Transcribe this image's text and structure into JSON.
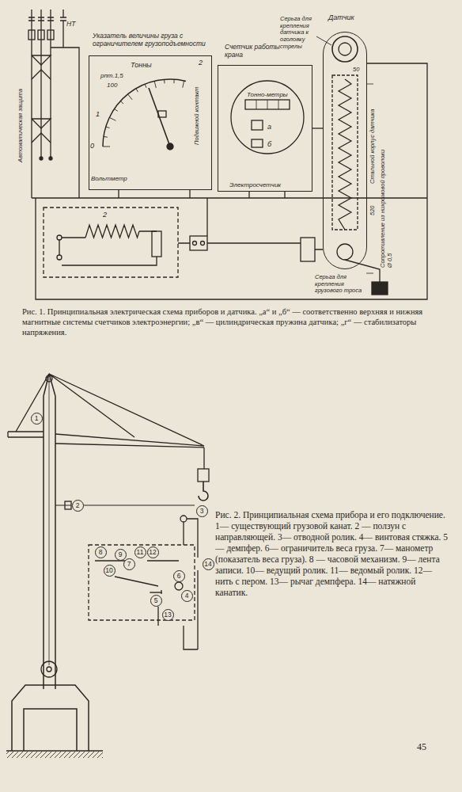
{
  "diagram": {
    "caption": "Рис. 1. Принципиальная электрическая схема приборов и датчика. „а“ и „б“ — соответственно верхняя и нижняя магнитные системы счетчиков электроэнергии; „в“ — цилиндрическая пружина датчика; „г“ — стабилизаторы напряжения.",
    "nodes": [
      {
        "text": [
          "Указатель величины груза с ограничителем грузоподъемности",
          "Тонны",
          "рпт.1,5",
          "100",
          "2",
          "1",
          "0",
          "Подвижной контакт",
          "Вольтметр"
        ]
      },
      {
        "text": [
          "Счетчик работы крана",
          "Тонно-метры",
          "а",
          "б",
          "Электросчетчик"
        ]
      },
      {
        "text": [
          "Датчик"
        ]
      },
      {
        "text": [
          "1"
        ]
      },
      {
        "text": [
          "2"
        ]
      },
      {
        "text": [
          "3"
        ]
      },
      {
        "text": [
          "4"
        ]
      },
      {
        "text": [
          "5"
        ]
      },
      {
        "text": [
          "6"
        ]
      },
      {
        "text": [
          "7"
        ]
      },
      {
        "text": [
          "8"
        ]
      },
      {
        "text": [
          "9"
        ]
      },
      {
        "text": [
          "10"
        ]
      },
      {
        "text": [
          "11"
        ]
      },
      {
        "text": [
          "12"
        ]
      },
      {
        "text": [
          "13"
        ]
      },
      {
        "text": [
          "14"
        ]
      }
    ],
    "edges": [
      {
        "from": 1,
        "to": 2,
        "arrow": "none"
      }
    ],
    "labels": [
      "НТ",
      "Автоматическая защита",
      "50",
      "Серьга для крепления датчика к оголовку стрелы",
      "Стальной корпус датчика",
      "520",
      "Сопротивление из нихромовой проволоки Ø 0,5",
      "Серьга для крепления грузового троса",
      "2",
      "Рис. 2. Принципиальная схема прибора и его подключение. 1— существующий грузовой канат. 2 — ползун с направляющей. 3— отводной ролик. 4— винтовая стяжка. 5— демпфер. 6— ограничитель веса груза. 7— манометр (показатель веса груза). 8 — часовой механизм. 9— лента записи. 10— ведущий ролик. 11— ведомый ролик. 12— нить с пером. 13— рычаг демпфера. 14— натяжной канатик.",
      "45"
    ]
  }
}
